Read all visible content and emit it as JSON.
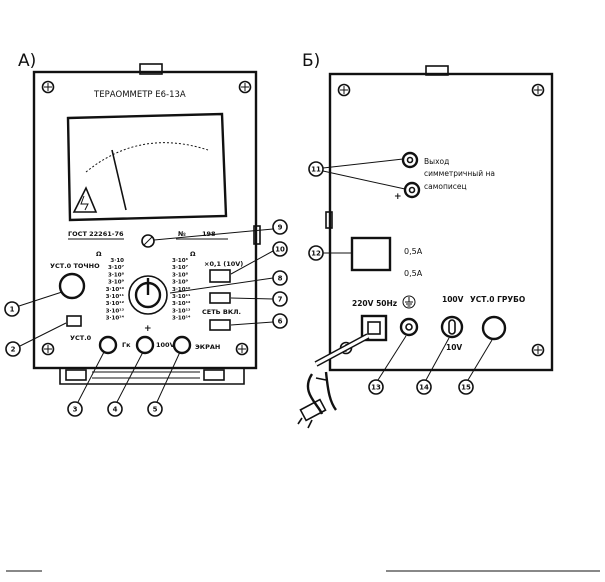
{
  "panelA": {
    "label": "А)",
    "device_title": "ТЕРАОММЕТР Е6-13А",
    "gost": "ГОСТ 22261-76",
    "serial_prefix": "№",
    "serial_number": "198",
    "omega_left": "Ω",
    "omega_right": "Ω",
    "ust_tochno": "УСТ.0 ТОЧНО",
    "ust0": "УСТ.0",
    "mult": "×0,1 (10V)",
    "set_vkl": "СЕТЬ ВКЛ.",
    "gk": "Гк",
    "v100": "100V",
    "ekran": "ЭКРАН",
    "scale_left": [
      "3·10",
      "3·10⁷",
      "3·10⁸",
      "3·10⁹",
      "3·10¹⁰",
      "3·10¹¹",
      "3·10¹²",
      "3·10¹³",
      "3·10¹⁴"
    ],
    "scale_right": [
      "3·10⁶",
      "3·10⁷",
      "3·10⁸",
      "3·10⁹",
      "3·10¹⁰",
      "3·10¹¹",
      "3·10¹²",
      "3·10¹³",
      "3·10¹⁴"
    ],
    "plus_sign": "+",
    "callouts": [
      "1",
      "2",
      "3",
      "4",
      "5",
      "6",
      "7",
      "8",
      "9",
      "10"
    ]
  },
  "panelB": {
    "label": "Б)",
    "output_line1": "Выход",
    "output_line2": "симметричный на",
    "output_line3": "самописец",
    "plus_sign": "+",
    "fuse1": "0,5A",
    "fuse2": "0,5A",
    "power": "220V 50Hz",
    "v100": "100V",
    "v10": "10V",
    "ust_grubo": "УСТ.0 ГРУБО",
    "callouts": [
      "11",
      "12",
      "13",
      "14",
      "15"
    ]
  }
}
